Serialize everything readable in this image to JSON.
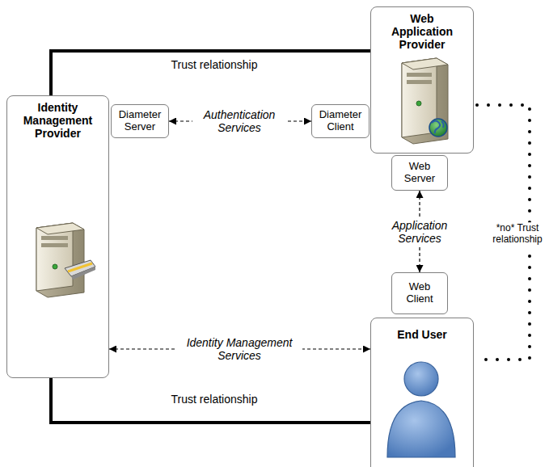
{
  "diagram": {
    "nodes": [
      {
        "text": [
          "Identity Management Provider"
        ]
      },
      {
        "text": [
          "Diameter Server"
        ]
      },
      {
        "text": [
          "Web Application Provider"
        ]
      },
      {
        "text": [
          "Diameter Client"
        ]
      },
      {
        "text": [
          "Web Server"
        ]
      },
      {
        "text": [
          "Web Client"
        ]
      },
      {
        "text": [
          "End User"
        ]
      }
    ],
    "edges": [
      {
        "from": 1,
        "to": 3,
        "label": "Authentication Services",
        "arrow": "both"
      },
      {
        "from": 4,
        "to": 5,
        "label": "Application Services",
        "arrow": "both"
      },
      {
        "from": 0,
        "to": 6,
        "label": "Identity Management Services",
        "arrow": "both"
      },
      {
        "from": 0,
        "to": 2,
        "label": "Trust relationship",
        "arrow": "none"
      },
      {
        "from": 0,
        "to": 6,
        "label": "Trust relationship",
        "arrow": "none"
      },
      {
        "from": 2,
        "to": 6,
        "label": "*no* Trust relationship",
        "arrow": "none"
      }
    ]
  }
}
